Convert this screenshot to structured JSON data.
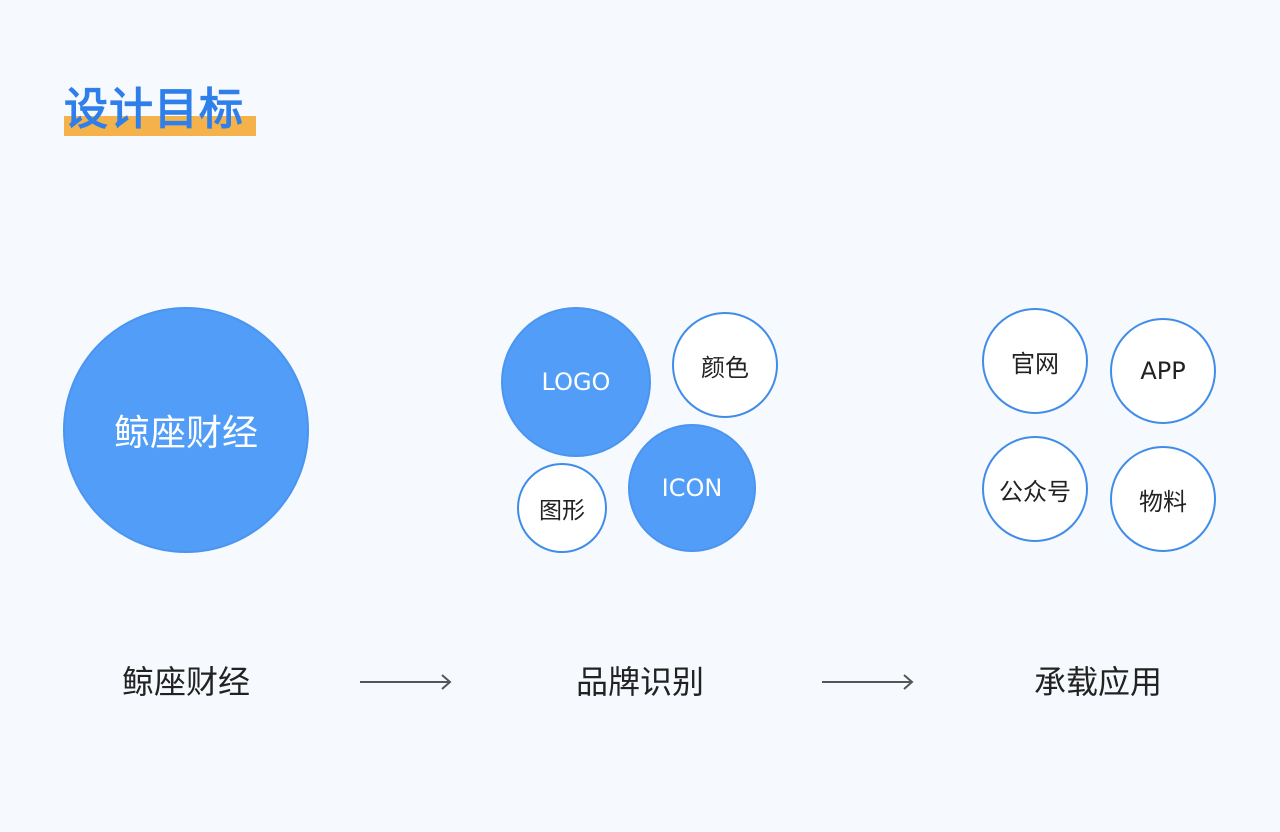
{
  "title": "设计目标",
  "colors": {
    "accent_blue": "#519df7",
    "outline_blue": "#3f8de8",
    "title_blue": "#2f7fea",
    "highlight_orange": "#f6b24a",
    "background": "#f6f9fd"
  },
  "stage1": {
    "circle_label": "鲸座财经",
    "caption": "鲸座财经"
  },
  "stage2": {
    "circles": {
      "logo": "LOGO",
      "color": "颜色",
      "shape": "图形",
      "icon": "ICON"
    },
    "caption": "品牌识别"
  },
  "stage3": {
    "circles": {
      "website": "官网",
      "app": "APP",
      "wechat": "公众号",
      "material": "物料"
    },
    "caption": "承载应用"
  },
  "arrows": [
    "arrow-right-icon",
    "arrow-right-icon"
  ]
}
